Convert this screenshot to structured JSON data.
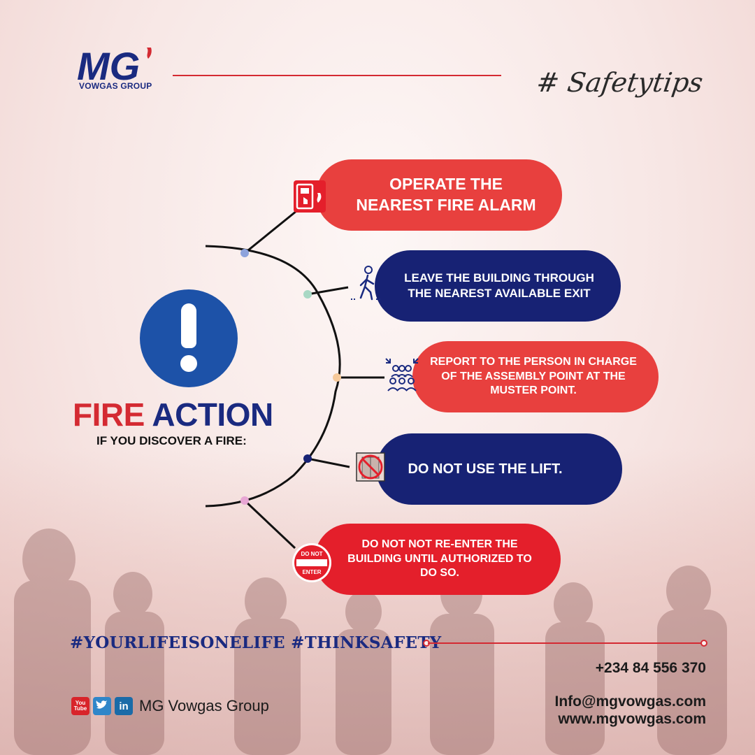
{
  "brand": {
    "logo_letters": "MG",
    "name": "VOWGAS GROUP",
    "hashtag": "# Safetytips"
  },
  "title": {
    "fire": "FIRE",
    "action": "ACTION",
    "subtitle": "IF YOU DISCOVER A FIRE:"
  },
  "steps": [
    {
      "text": "OPERATE THE NEAREST FIRE ALARM",
      "icon": "fire-alarm-icon",
      "color": "#e8403e"
    },
    {
      "text": "LEAVE THE BUILDING THROUGH THE NEAREST AVAILABLE EXIT",
      "icon": "walking-exit-icon",
      "color": "#172274"
    },
    {
      "text": "REPORT TO THE PERSON IN CHARGE OF THE ASSEMBLY POINT AT THE MUSTER POINT.",
      "icon": "assembly-point-icon",
      "color": "#e8403e"
    },
    {
      "text": "DO NOT USE THE LIFT.",
      "icon": "no-lift-icon",
      "color": "#172274"
    },
    {
      "text": "DO NOT NOT RE-ENTER THE BUILDING UNTIL AUTHORIZED TO DO SO.",
      "icon": "do-not-enter-icon",
      "color": "#e41f2b"
    }
  ],
  "no_entry_sign": {
    "line1": "DO NOT",
    "line2": "ENTER"
  },
  "footer": {
    "hashtags": "#YOURLIFEISONELIFE #THINKSAFETY",
    "phone": "+234 84 556 370",
    "email": "Info@mgvowgas.com",
    "website": "www.mgvowgas.com",
    "social_name": "MG Vowgas Group",
    "social_icons": [
      "youtube-icon",
      "twitter-icon",
      "linkedin-icon"
    ],
    "youtube_label_1": "You",
    "youtube_label_2": "Tube",
    "linkedin_label": "in"
  },
  "colors": {
    "red": "#d42a32",
    "navy": "#172274",
    "blue": "#1d52a8"
  }
}
